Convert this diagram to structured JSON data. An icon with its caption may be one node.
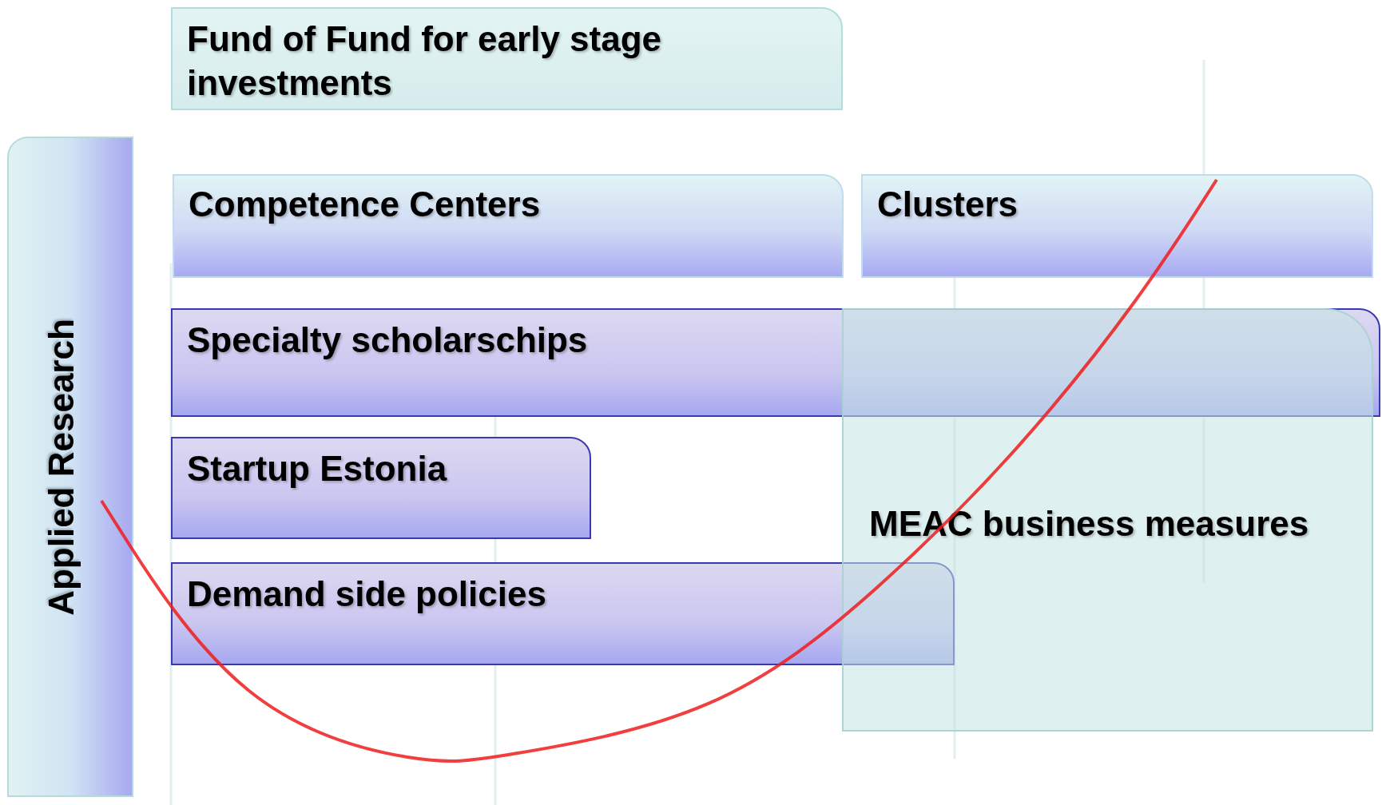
{
  "diagram": {
    "nodes": [
      {
        "text": [
          "Fund of Fund for early stage investments"
        ]
      },
      {
        "text": [
          "Applied Research"
        ]
      },
      {
        "text": [
          "Competence Centers"
        ]
      },
      {
        "text": [
          "Clusters"
        ]
      },
      {
        "text": [
          "Specialty scholarschips"
        ]
      },
      {
        "text": [
          "Startup Estonia"
        ]
      },
      {
        "text": [
          "Demand side policies"
        ]
      },
      {
        "text": [
          "MEAC business measures"
        ]
      }
    ]
  }
}
